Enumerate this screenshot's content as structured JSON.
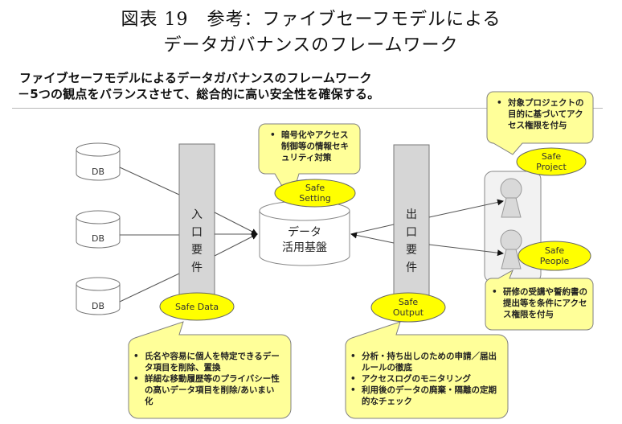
{
  "figure": {
    "title_line1": "図表 19　参考：ファイブセーフモデルによる",
    "title_line2": "データガバナンスのフレームワーク"
  },
  "slide": {
    "heading": "ファイブセーフモデルによるデータガバナンスのフレームワーク",
    "subheading": "－5つの観点をバランスさせて、総合的に高い安全性を確保する。"
  },
  "databases": [
    {
      "label": "DB"
    },
    {
      "label": "DB"
    },
    {
      "label": "DB"
    }
  ],
  "entry_pillar": {
    "chars": [
      "入",
      "口",
      "要",
      "件"
    ]
  },
  "exit_pillar": {
    "chars": [
      "出",
      "口",
      "要",
      "件"
    ]
  },
  "hub": {
    "line1": "データ",
    "line2": "活用基盤"
  },
  "safes": {
    "setting": {
      "label_line1": "Safe",
      "label_line2": "Setting",
      "bullets": [
        "暗号化やアクセス制御等の情報セキュリティ対策"
      ]
    },
    "data": {
      "label_line1": "Safe Data",
      "label_line2": "",
      "bullets": [
        "氏名や容易に個人を特定できるデータ項目を削除、置換",
        "詳細な移動履歴等のプライバシー性の高いデータ項目を削除/あいまい化"
      ]
    },
    "output": {
      "label_line1": "Safe",
      "label_line2": "Output",
      "bullets": [
        "分析・持ち出しのための申請／届出ルールの徹底",
        "アクセスログのモニタリング",
        "利用後のデータの廃棄・隔離の定期的なチェック"
      ]
    },
    "project": {
      "label_line1": "Safe",
      "label_line2": "Project",
      "bullets": [
        "対象プロジェクトの目的に基づいてアクセス権限を付与"
      ]
    },
    "people": {
      "label_line1": "Safe",
      "label_line2": "People",
      "bullets": [
        "研修の受講や誓約書の提出等を条件にアクセス権限を付与"
      ]
    }
  },
  "colors": {
    "ellipse_fill": "#ffff00",
    "callout_fill": "#ffff99",
    "pillar_fill": "#d6d6d6",
    "people_panel_fill": "#f2f2f2",
    "person_fill": "#d9d9d9"
  }
}
